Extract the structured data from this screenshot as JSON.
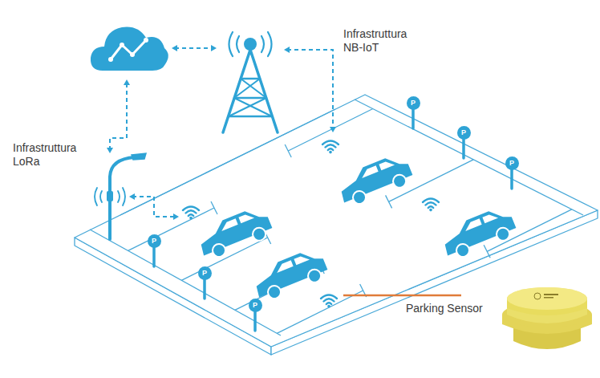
{
  "diagram": {
    "nodes": [
      {
        "text": [
          "P"
        ]
      },
      {
        "text": [
          "P"
        ]
      },
      {
        "text": [
          "P"
        ]
      },
      {
        "text": [
          "P"
        ]
      },
      {
        "text": [
          "P"
        ]
      },
      {
        "text": [
          "P"
        ]
      }
    ],
    "labels": [
      "Infrastruttura NB-IoT",
      "Infrastruttura LoRa",
      "Parking Sensor"
    ]
  }
}
